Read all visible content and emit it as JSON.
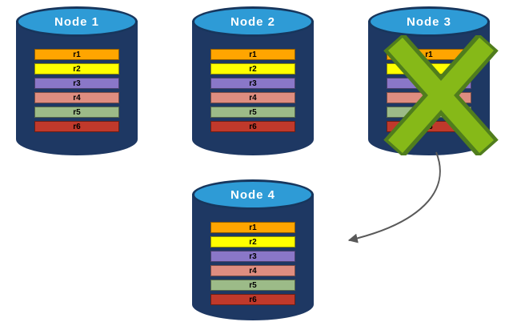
{
  "diagram": {
    "nodes": [
      {
        "id": "node-1",
        "label": "Node 1",
        "failed": false,
        "rows": [
          {
            "label": "r1",
            "color": "#FFA500"
          },
          {
            "label": "r2",
            "color": "#FFFF00"
          },
          {
            "label": "r3",
            "color": "#8A77C8"
          },
          {
            "label": "r4",
            "color": "#DE8D80"
          },
          {
            "label": "r5",
            "color": "#9CBB88"
          },
          {
            "label": "r6",
            "color": "#C0392B"
          }
        ]
      },
      {
        "id": "node-2",
        "label": "Node 2",
        "failed": false,
        "rows": [
          {
            "label": "r1",
            "color": "#FFA500"
          },
          {
            "label": "r2",
            "color": "#FFFF00"
          },
          {
            "label": "r3",
            "color": "#8A77C8"
          },
          {
            "label": "r4",
            "color": "#DE8D80"
          },
          {
            "label": "r5",
            "color": "#9CBB88"
          },
          {
            "label": "r6",
            "color": "#C0392B"
          }
        ]
      },
      {
        "id": "node-3",
        "label": "Node 3",
        "failed": true,
        "rows": [
          {
            "label": "r1",
            "color": "#FFA500"
          },
          {
            "label": "r2",
            "color": "#FFFF00"
          },
          {
            "label": "r3",
            "color": "#8A77C8"
          },
          {
            "label": "r4",
            "color": "#DE8D80"
          },
          {
            "label": "r5",
            "color": "#9CBB88"
          },
          {
            "label": "r6",
            "color": "#C0392B"
          }
        ]
      },
      {
        "id": "node-4",
        "label": "Node 4",
        "failed": false,
        "rows": [
          {
            "label": "r1",
            "color": "#FFA500"
          },
          {
            "label": "r2",
            "color": "#FFFF00"
          },
          {
            "label": "r3",
            "color": "#8A77C8"
          },
          {
            "label": "r4",
            "color": "#DE8D80"
          },
          {
            "label": "r5",
            "color": "#9CBB88"
          },
          {
            "label": "r6",
            "color": "#C0392B"
          }
        ]
      }
    ],
    "colors": {
      "cylinder_body": "#1E3863",
      "cylinder_top": "#2E9BD6",
      "failure_x_fill": "#86B918",
      "failure_x_outline": "#507D1D",
      "arrow": "#595959"
    }
  }
}
